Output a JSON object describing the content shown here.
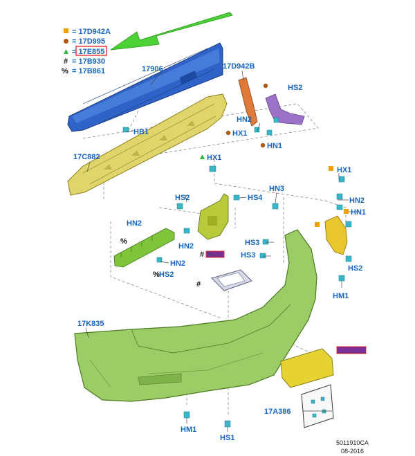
{
  "legend": [
    {
      "symbol": "square",
      "color": "#f5a000",
      "code": "17D942A"
    },
    {
      "symbol": "circle",
      "color": "#b15a12",
      "code": "17D995"
    },
    {
      "symbol": "triangle",
      "color": "#2fb83a",
      "code": "17E855"
    },
    {
      "symbol": "#",
      "color": "#111111",
      "code": "17B930"
    },
    {
      "symbol": "%",
      "color": "#111111",
      "code": "17B861"
    }
  ],
  "labels": {
    "l17906": "17906",
    "l17d942b": "17D942B",
    "hb1": "HB1",
    "hs2_top": "HS2",
    "hn2_top": "HN2",
    "hx1_top": "HX1",
    "hn1_top": "HN1",
    "l17c882": "17C882",
    "hx1_mid": "HX1",
    "hs2_mid": "HS2",
    "hs4": "HS4",
    "hn3": "HN3",
    "hx1_right": "HX1",
    "hn2_right": "HN2",
    "hn1_right": "HN1",
    "hn2_left": "HN2",
    "hn2_center": "HN2",
    "hn2_lower": "HN2",
    "hs3_a": "HS3",
    "hs3_b": "HS3",
    "hs2_lower": "HS2",
    "hs2_right": "HS2",
    "hm1_right": "HM1",
    "l17k835": "17K835",
    "l17a386": "17A386",
    "hm1_bottom": "HM1",
    "hs1": "HS1"
  },
  "footer": {
    "ref": "5011910CA",
    "date": "08-2016"
  },
  "colors": {
    "label": "#1565c0",
    "impact_bar": "#2f63c7",
    "absorber": "#e0d56a",
    "bumper_cover": "#9ccc65",
    "bracket_orange": "#e07a3a",
    "bracket_purple": "#9b72c7",
    "bracket_yellow": "#e8c62e",
    "plate_yellow": "#e6d233",
    "arrow": "#4cd137",
    "clip": "#38b7c8"
  }
}
